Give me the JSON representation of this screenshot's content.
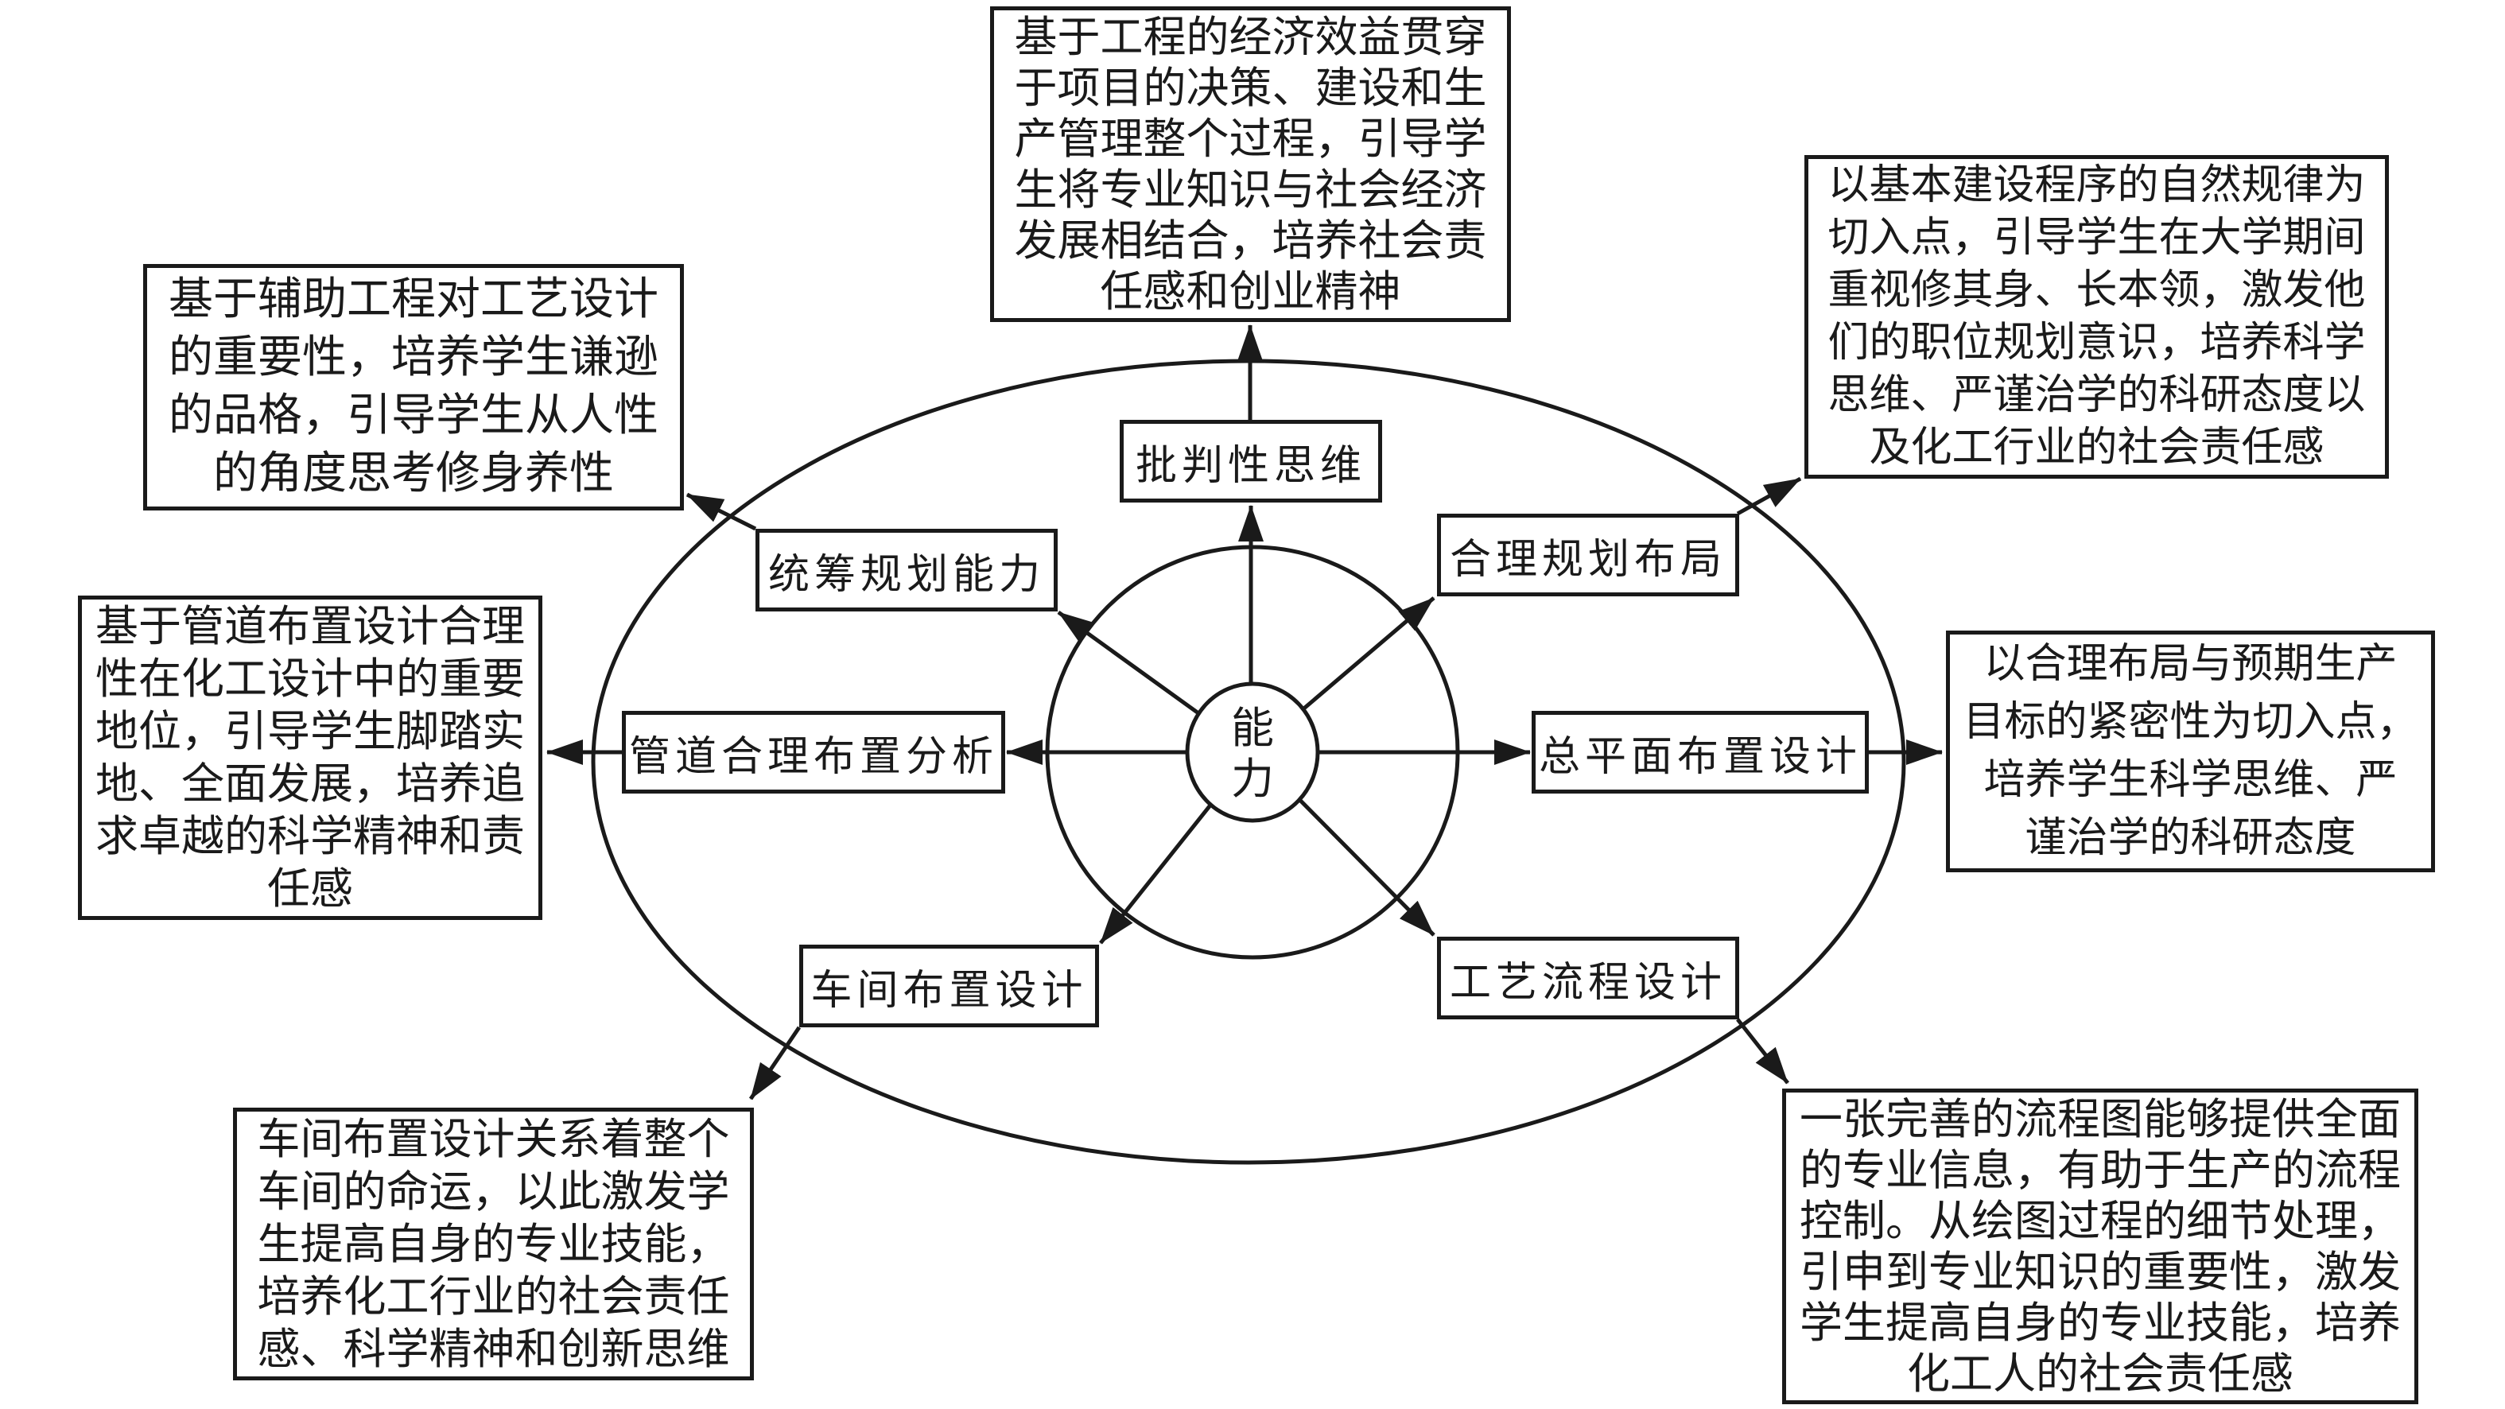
{
  "diagram": {
    "title_hint": "capability-cultivation-diagram",
    "colors": {
      "stroke": "#1a1a1a",
      "background": "#ffffff",
      "text": "#1a1a1a"
    },
    "center_label": "能\n力",
    "nodes": [
      {
        "id": "critical-thinking",
        "label": "批判性思维"
      },
      {
        "id": "overall-planning",
        "label": "统筹规划能力"
      },
      {
        "id": "rational-layout",
        "label": "合理规划布局"
      },
      {
        "id": "pipeline-analysis",
        "label": "管道合理布置分析"
      },
      {
        "id": "plot-plan-design",
        "label": "总平面布置设计"
      },
      {
        "id": "workshop-layout",
        "label": "车间布置设计"
      },
      {
        "id": "process-flow-design",
        "label": "工艺流程设计"
      }
    ],
    "notes": [
      {
        "id": "note-top",
        "text": "基于工程的经济效益贯穿\n于项目的决策、建设和生\n产管理整个过程，引导学\n生将专业知识与社会经济\n发展相结合，培养社会责\n任感和创业精神"
      },
      {
        "id": "note-top-left",
        "text": "基于辅助工程对工艺设计\n的重要性，培养学生谦逊\n的品格，引导学生从人性\n的角度思考修身养性"
      },
      {
        "id": "note-top-right",
        "text": "以基本建设程序的自然规律为\n切入点，引导学生在大学期间\n重视修其身、长本领，激发他\n们的职位规划意识，培养科学\n思维、严谨治学的科研态度以\n及化工行业的社会责任感"
      },
      {
        "id": "note-left",
        "text": "基于管道布置设计合理\n性在化工设计中的重要\n地位，引导学生脚踏实\n地、全面发展，培养追\n求卓越的科学精神和责\n任感"
      },
      {
        "id": "note-right",
        "text": "以合理布局与预期生产\n目标的紧密性为切入点，\n培养学生科学思维、严\n谨治学的科研态度"
      },
      {
        "id": "note-bottom-left",
        "text": "车间布置设计关系着整个\n车间的命运，以此激发学\n生提高自身的专业技能，\n培养化工行业的社会责任\n感、科学精神和创新思维"
      },
      {
        "id": "note-bottom-right",
        "text": "一张完善的流程图能够提供全面\n的专业信息，有助于生产的流程\n控制。从绘图过程的细节处理，\n引申到专业知识的重要性，激发\n学生提高自身的专业技能，培养\n化工人的社会责任感"
      }
    ]
  }
}
